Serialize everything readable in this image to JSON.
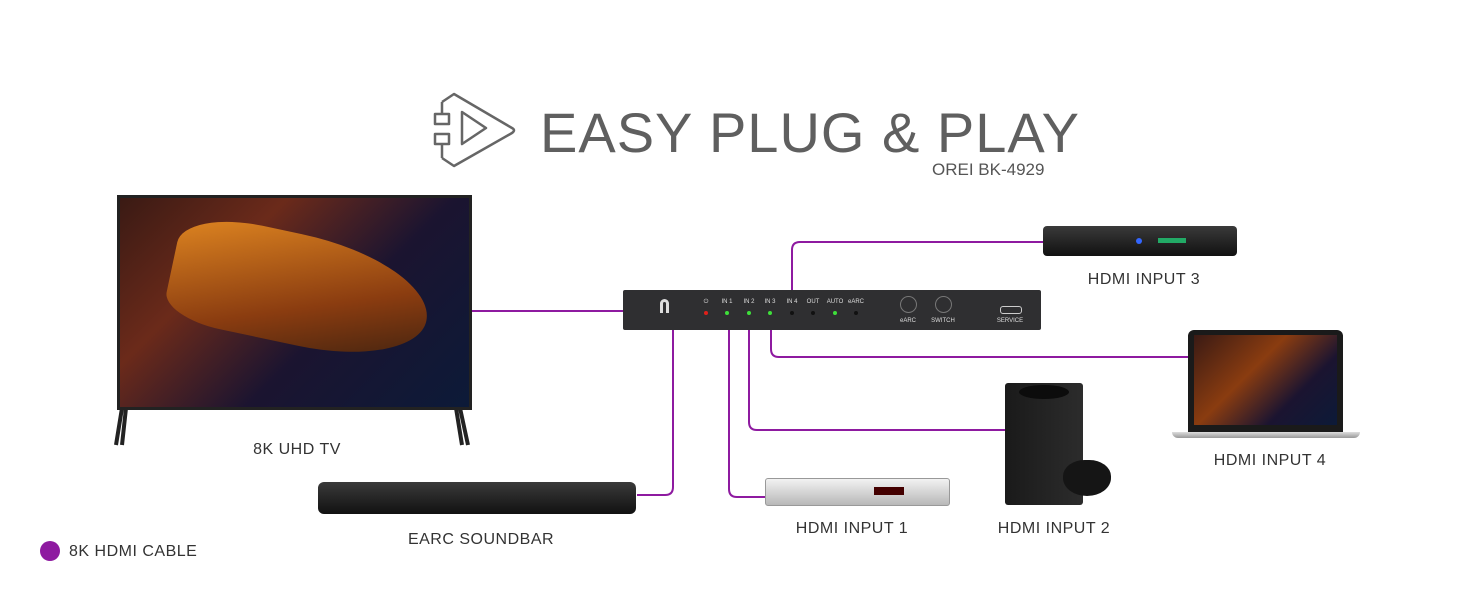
{
  "header": {
    "title": "EASY PLUG & PLAY",
    "model": "OREI BK-4929",
    "logo_icon": "plug-play-icon"
  },
  "switch_panel": {
    "indicators": [
      {
        "label": "⏻",
        "led": "#e0201a"
      },
      {
        "label": "IN 1",
        "led": "#3ee03a"
      },
      {
        "label": "IN 2",
        "led": "#3ee03a"
      },
      {
        "label": "IN 3",
        "led": "#3ee03a"
      },
      {
        "label": "IN 4",
        "led": "#111111"
      },
      {
        "label": "OUT",
        "led": "#111111"
      },
      {
        "label": "AUTO",
        "led": "#3ee03a"
      },
      {
        "label": "eARC",
        "led": "#111111"
      }
    ],
    "buttons": [
      "eARC",
      "SWITCH"
    ],
    "port": "SERVICE"
  },
  "devices": {
    "tv": "8K UHD TV",
    "soundbar": "EARC SOUNDBAR",
    "input1": "HDMI INPUT 1",
    "input2": "HDMI INPUT 2",
    "input3": "HDMI INPUT 3",
    "input4": "HDMI INPUT 4"
  },
  "legend": {
    "label": "8K HDMI CABLE",
    "color": "#8e1aa0"
  }
}
